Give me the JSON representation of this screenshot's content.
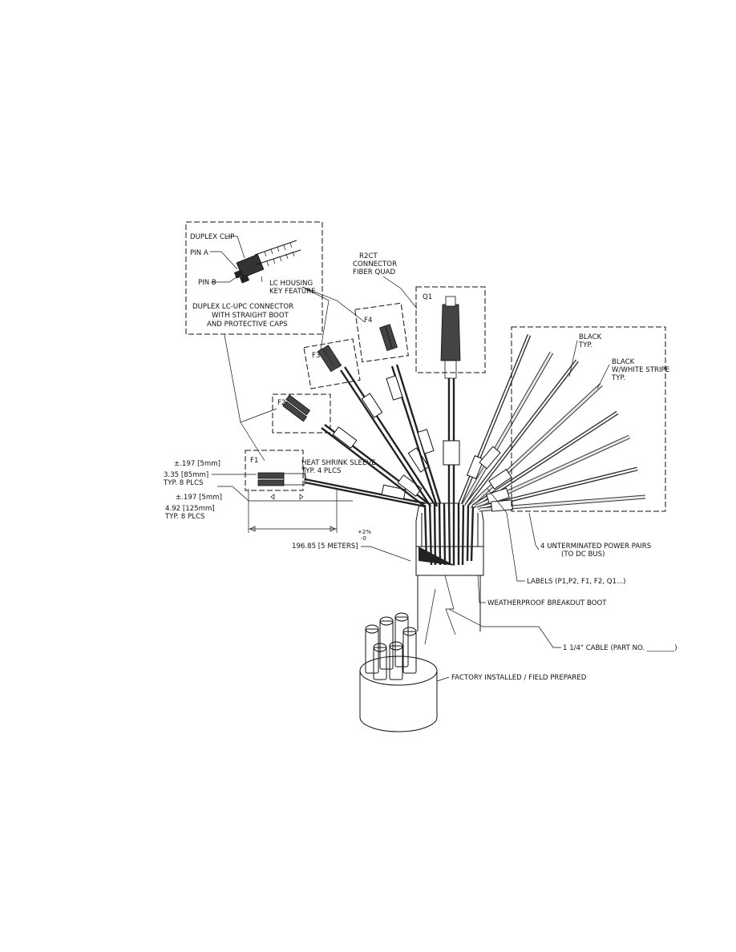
{
  "labels": {
    "duplex_clip": "DUPLEX CLIP",
    "pin_a": "PIN A",
    "pin_b": "PIN B",
    "lc_housing_1": "LC HOUSING",
    "lc_housing_2": "KEY FEATURE",
    "duplex_desc_1": "DUPLEX LC-UPC CONNECTOR",
    "duplex_desc_2": "WITH STRAIGHT BOOT",
    "duplex_desc_3": "AND PROTECTIVE CAPS",
    "r2ct_1": "R2CT",
    "r2ct_2": "CONNECTOR",
    "r2ct_3": "FIBER QUAD",
    "q1": "Q1",
    "f1": "F1",
    "f2": "F2",
    "f3": "F3",
    "f4": "F4",
    "black_1": "BLACK",
    "black_2": "TYP.",
    "black_stripe_1": "BLACK",
    "black_stripe_2": "W/WHITE STRIPE",
    "black_stripe_3": "TYP.",
    "heat_shrink_1": "HEAT SHRINK SLEEVE",
    "heat_shrink_2": "TYP. 4 PLCS",
    "dim1_tol": "±.197 [5mm]",
    "dim1_val": "3.35 [85mm]",
    "dim1_typ": "TYP. 8 PLCS",
    "dim2_tol": "±.197 [5mm]",
    "dim2_val": "4.92 [125mm]",
    "dim2_typ": "TYP. 8 PLCS",
    "length": "196.85 [5 METERS]",
    "length_tol_plus": "+2%",
    "length_tol_minus": "-0",
    "power_pairs_1": "4 UNTERMINATED POWER PAIRS",
    "power_pairs_2": "(TO DC BUS)",
    "labels_note": "LABELS (P1,P2, F1, F2, Q1...)",
    "boot": "WEATHERPROOF BREAKOUT BOOT",
    "cable": "1 1/4\" CABLE (PART NO. ________)",
    "factory": "FACTORY INSTALLED / FIELD PREPARED"
  }
}
